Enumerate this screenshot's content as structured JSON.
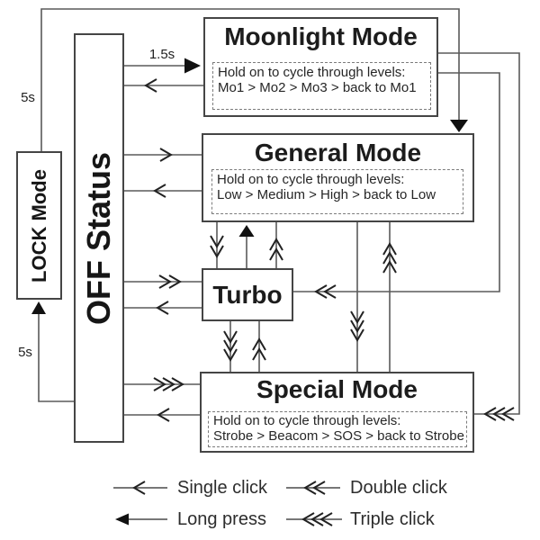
{
  "diagram": {
    "nodes": {
      "lock": {
        "title": "LOCK Mode"
      },
      "off": {
        "title": "OFF Status"
      },
      "moonlight": {
        "title": "Moonlight Mode",
        "hold_line1": "Hold on to cycle through levels:",
        "hold_line2": "Mo1 > Mo2 > Mo3 > back to Mo1"
      },
      "general": {
        "title": "General Mode",
        "hold_line1": "Hold on to cycle through levels:",
        "hold_line2": "Low > Medium > High > back to Low"
      },
      "turbo": {
        "title": "Turbo"
      },
      "special": {
        "title": "Special Mode",
        "hold_line1": "Hold on to cycle through levels:",
        "hold_line2": "Strobe > Beacom > SOS > back to Strobe"
      }
    },
    "labels": {
      "off_to_moonlight_hold": "1.5s",
      "lock_to_general_hold": "5s",
      "off_to_lock_hold": "5s"
    },
    "edges": [
      {
        "from": "OFF Status",
        "to": "Moonlight Mode",
        "action": "long press",
        "label": "1.5s"
      },
      {
        "from": "Moonlight Mode",
        "to": "OFF Status",
        "action": "single click"
      },
      {
        "from": "OFF Status",
        "to": "General Mode",
        "action": "single click"
      },
      {
        "from": "General Mode",
        "to": "OFF Status",
        "action": "single click"
      },
      {
        "from": "OFF Status",
        "to": "Turbo",
        "action": "double click"
      },
      {
        "from": "Turbo",
        "to": "OFF Status",
        "action": "single click"
      },
      {
        "from": "OFF Status",
        "to": "Special Mode",
        "action": "triple click"
      },
      {
        "from": "Special Mode",
        "to": "OFF Status",
        "action": "single click"
      },
      {
        "from": "General Mode",
        "to": "Turbo",
        "action": "double click"
      },
      {
        "from": "Turbo",
        "to": "General Mode",
        "action": "long press"
      },
      {
        "from": "Turbo",
        "to": "General Mode",
        "action": "double click"
      },
      {
        "from": "Turbo",
        "to": "Special Mode",
        "action": "triple click"
      },
      {
        "from": "Special Mode",
        "to": "Turbo",
        "action": "double click"
      },
      {
        "from": "General Mode",
        "to": "Special Mode",
        "action": "triple click"
      },
      {
        "from": "Special Mode",
        "to": "General Mode",
        "action": "triple click"
      },
      {
        "from": "Moonlight Mode",
        "to": "Turbo",
        "action": "double click"
      },
      {
        "from": "Moonlight Mode",
        "to": "Special Mode",
        "action": "triple click"
      },
      {
        "from": "LOCK Mode",
        "to": "General Mode",
        "action": "long press",
        "label": "5s"
      },
      {
        "from": "OFF Status",
        "to": "LOCK Mode",
        "action": "long press",
        "label": "5s"
      }
    ],
    "colors": {
      "line": "#5a5a5a",
      "arrowhead": "#111111",
      "border": "#454545",
      "text": "#1d1d1d"
    }
  },
  "legend": {
    "items": [
      {
        "label": "Single click",
        "arrow": "single-chevron"
      },
      {
        "label": "Double click",
        "arrow": "double-chevron"
      },
      {
        "label": "Long press",
        "arrow": "solid-head"
      },
      {
        "label": "Triple click",
        "arrow": "triple-chevron"
      }
    ]
  }
}
